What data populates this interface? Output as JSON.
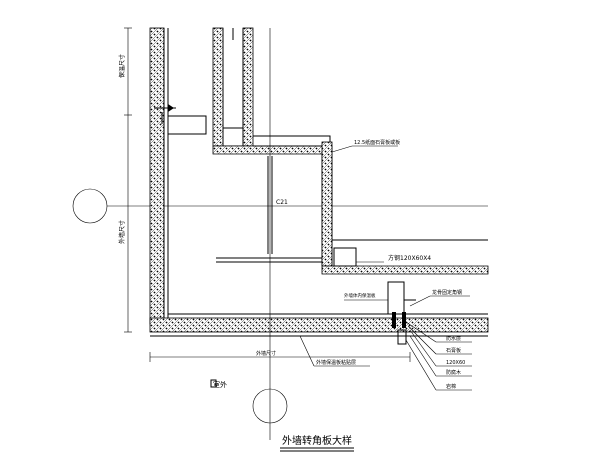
{
  "title": "外墙转角板大样",
  "axis_labels": {
    "outside_mark": "室外"
  },
  "dimensions": {
    "top_left_vertical": "保温尺寸",
    "mid_left_vertical": "外墙尺寸",
    "bottom": "外墙尺寸",
    "center": "C21"
  },
  "notes": {
    "right_top": "12.5纸面石膏板或板",
    "steel_angle": "方钢120X60X4",
    "left_small": "外墙体内保温板",
    "right_mid": "龙骨固定角钢",
    "bottom_leader": "外墙保温板粘贴层",
    "callouts": [
      "防水层",
      "石膏板",
      "120X60",
      "防腐木",
      "岩棉"
    ]
  }
}
